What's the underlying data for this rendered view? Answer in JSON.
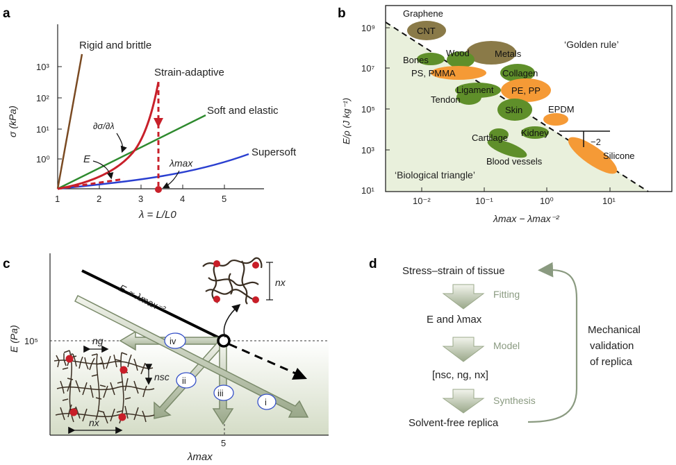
{
  "panels": {
    "a": "a",
    "b": "b",
    "c": "c",
    "d": "d"
  },
  "panel_a": {
    "y_axis_label": "σ (kPa)",
    "x_axis_label": "λ = L/L0",
    "y_ticks": [
      "10³",
      "10²",
      "10¹",
      "10⁰"
    ],
    "x_ticks": [
      "1",
      "2",
      "3",
      "4",
      "5"
    ],
    "curves": {
      "rigid": "Rigid and brittle",
      "adaptive": "Strain-adaptive",
      "soft": "Soft and elastic",
      "supersoft": "Supersoft"
    },
    "annotations": {
      "derivative": "∂σ/∂λ",
      "modulus": "E",
      "lambda_max": "λmax"
    },
    "colors": {
      "rigid": "#7a4a22",
      "adaptive": "#c8202a",
      "soft": "#2e8a2e",
      "supersoft": "#2a3fd0"
    }
  },
  "panel_b": {
    "y_axis_label": "E/ρ (J kg⁻¹)",
    "x_axis_label": "λmax − λmax⁻²",
    "y_ticks": [
      "10⁹",
      "10⁷",
      "10⁵",
      "10³",
      "10¹"
    ],
    "x_ticks": [
      "10⁻²",
      "10⁻¹",
      "10⁰",
      "10¹"
    ],
    "region_golden": "‘Golden rule’",
    "region_bio": "‘Biological triangle’",
    "slope_label": "−2",
    "materials": [
      {
        "label": "Graphene",
        "group": "synthetic"
      },
      {
        "label": "CNT",
        "group": "stiff"
      },
      {
        "label": "Wood",
        "group": "biological"
      },
      {
        "label": "Metals",
        "group": "stiff"
      },
      {
        "label": "Bones",
        "group": "biological"
      },
      {
        "label": "PS, PMMA",
        "group": "synthetic"
      },
      {
        "label": "Collagen",
        "group": "biological"
      },
      {
        "label": "Ligament",
        "group": "biological"
      },
      {
        "label": "PE, PP",
        "group": "synthetic"
      },
      {
        "label": "Tendon",
        "group": "biological"
      },
      {
        "label": "Skin",
        "group": "biological"
      },
      {
        "label": "EPDM",
        "group": "synthetic"
      },
      {
        "label": "Kidney",
        "group": "biological"
      },
      {
        "label": "Cartilage",
        "group": "biological"
      },
      {
        "label": "Silicone",
        "group": "synthetic"
      },
      {
        "label": "Blood vessels",
        "group": "biological"
      }
    ],
    "colors": {
      "biological": "#5f8f2a",
      "synthetic": "#f59a36",
      "stiff": "#8a7a48",
      "triangle": "#e9f0dc"
    }
  },
  "panel_c": {
    "y_axis_label": "E (Pa)",
    "x_axis_label": "λmax",
    "y_tick": "10⁵",
    "x_tick": "5",
    "scaling_label": "E ∝ λmax⁻²",
    "paths": [
      "iv",
      "ii",
      "iii",
      "i"
    ],
    "param_labels": {
      "ng": "ng",
      "nsc": "nsc",
      "nx_bottom": "nx",
      "nx_top": "nx"
    }
  },
  "panel_d": {
    "steps": [
      "Stress–strain of tissue",
      "E and λmax",
      "[nsc, ng, nx]",
      "Solvent-free replica"
    ],
    "arrows": [
      "Fitting",
      "Model",
      "Synthesis"
    ],
    "loop_label": [
      "Mechanical",
      "validation",
      "of replica"
    ]
  }
}
